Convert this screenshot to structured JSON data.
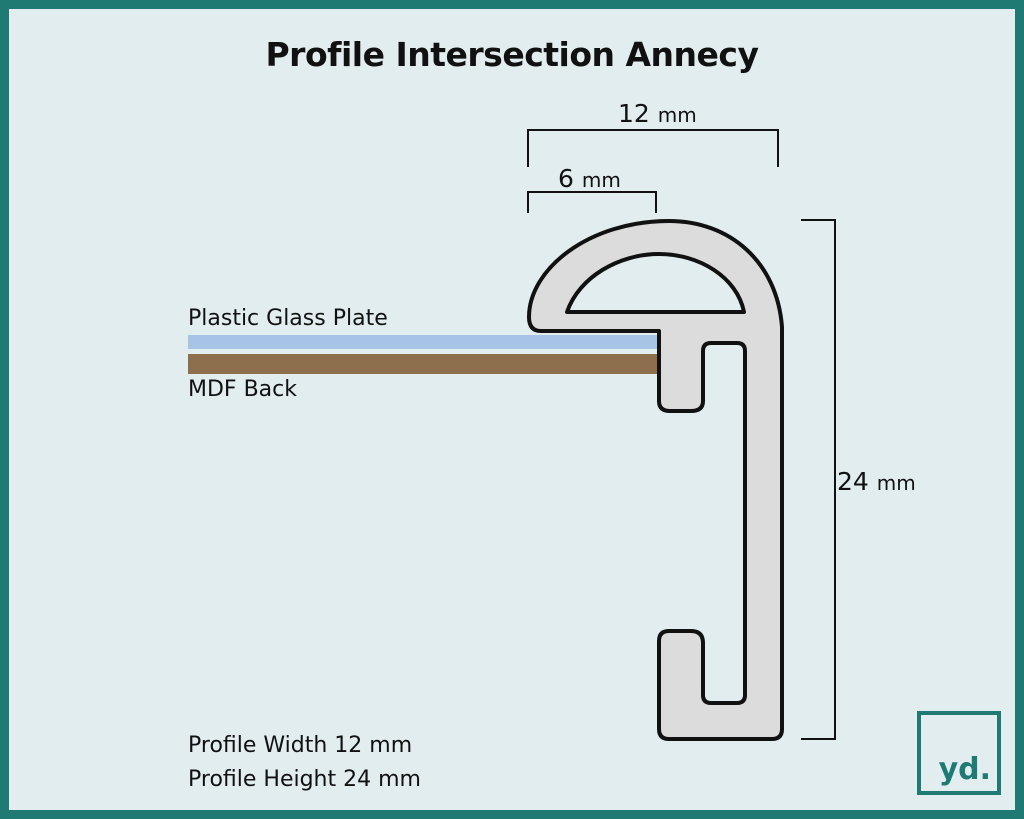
{
  "title": "Profile Intersection Annecy",
  "labels": {
    "glass": "Plastic Glass Plate",
    "back": "MDF Back"
  },
  "dimensions": {
    "top_width": {
      "value": "12",
      "unit": "mm"
    },
    "lip_width": {
      "value": "6",
      "unit": "mm"
    },
    "height": {
      "value": "24",
      "unit": "mm"
    }
  },
  "specs": {
    "width": "Profile Width 12 mm",
    "height": "Profile Height 24 mm"
  },
  "logo": "yd.",
  "colors": {
    "border": "#1e7a73",
    "background": "#e2edef",
    "glass": "#a7c4e6",
    "mdf": "#8e6f4d",
    "profile": "#dcdcdc"
  }
}
